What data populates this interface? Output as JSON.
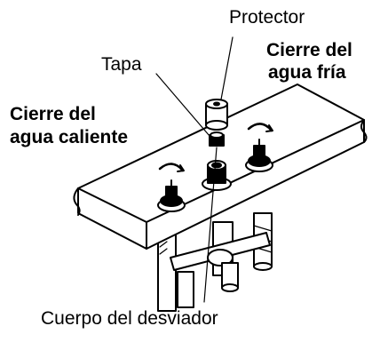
{
  "labels": {
    "protector": "Protector",
    "tapa": "Tapa",
    "cierre_fria_line1": "Cierre del",
    "cierre_fria_line2": "agua fría",
    "cierre_caliente_line1": "Cierre del",
    "cierre_caliente_line2": "agua caliente",
    "cuerpo": "Cuerpo del desviador"
  }
}
